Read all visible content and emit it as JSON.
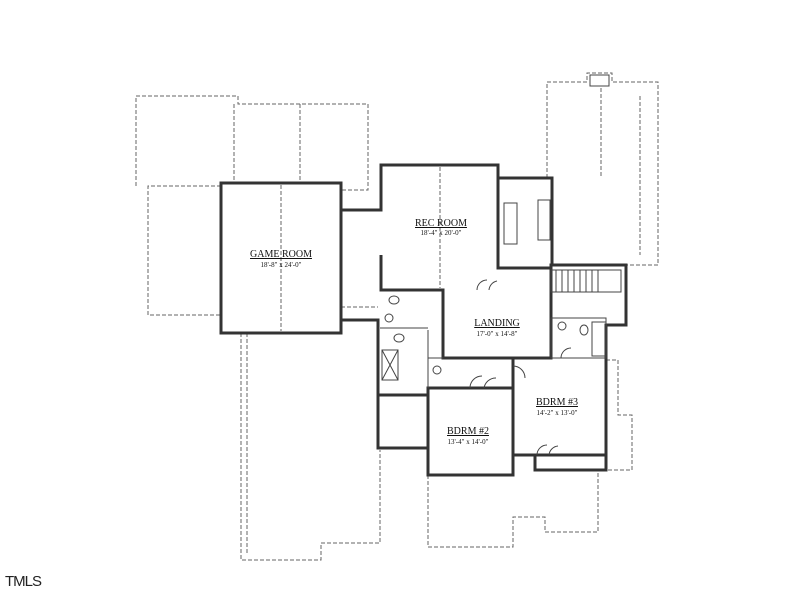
{
  "rooms": [
    {
      "name": "GAME ROOM",
      "dims": "18'-8\" x 24'-0\""
    },
    {
      "name": "REC ROOM",
      "dims": "18'-4\" x 20'-0\""
    },
    {
      "name": "LANDING",
      "dims": "17'-0\" x 14'-8\""
    },
    {
      "name": "BDRM #3",
      "dims": "14'-2\" x 13'-0\""
    },
    {
      "name": "BDRM #2",
      "dims": "13'-4\" x 14'-0\""
    }
  ],
  "watermark": "TMLS"
}
